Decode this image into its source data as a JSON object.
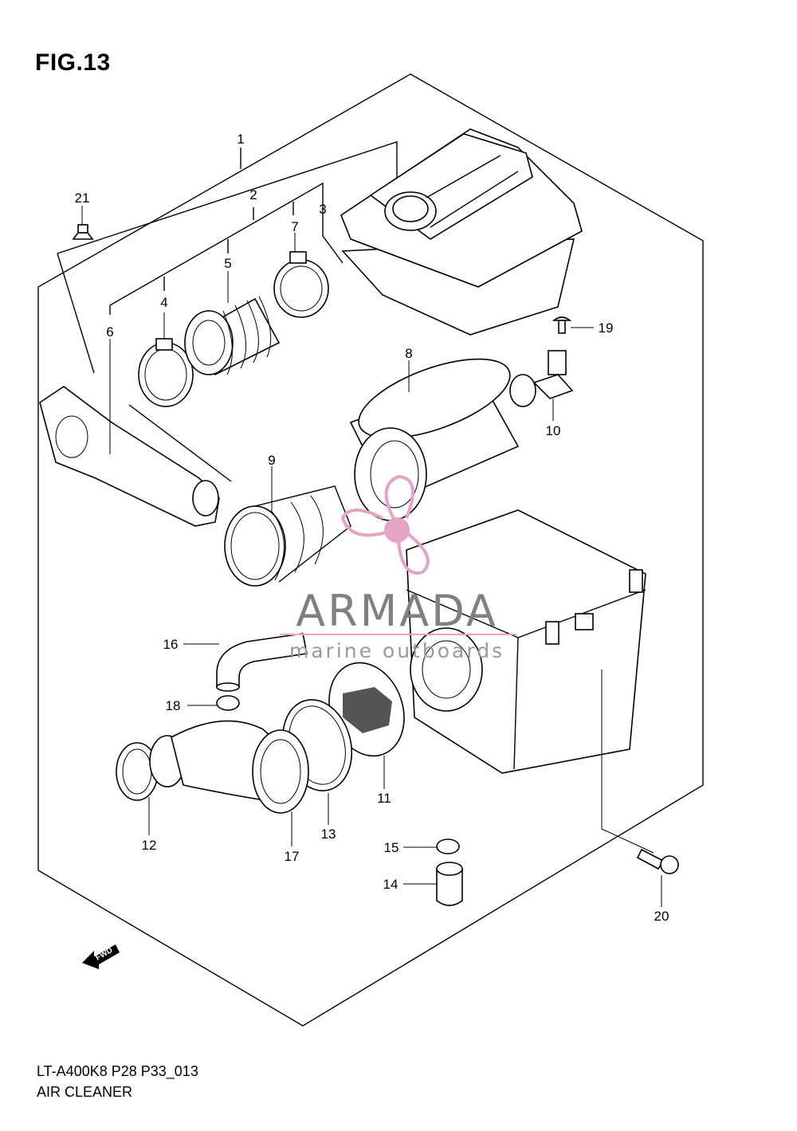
{
  "figure": {
    "title": "FIG.13",
    "code": "LT-A400K8 P28 P33_013",
    "name": "AIR CLEANER"
  },
  "callouts": [
    {
      "label": "1"
    },
    {
      "label": "2"
    },
    {
      "label": "3"
    },
    {
      "label": "4"
    },
    {
      "label": "5"
    },
    {
      "label": "6"
    },
    {
      "label": "7"
    },
    {
      "label": "8"
    },
    {
      "label": "9"
    },
    {
      "label": "10"
    },
    {
      "label": "11"
    },
    {
      "label": "12"
    },
    {
      "label": "13"
    },
    {
      "label": "14"
    },
    {
      "label": "15"
    },
    {
      "label": "16"
    },
    {
      "label": "17"
    },
    {
      "label": "18"
    },
    {
      "label": "19"
    },
    {
      "label": "20"
    },
    {
      "label": "21"
    }
  ],
  "watermark": {
    "brand": "ARMADA",
    "tagline": "marine outboards",
    "color": "#e6a3c8"
  },
  "fwd_arrow": {
    "label": "FWD"
  }
}
